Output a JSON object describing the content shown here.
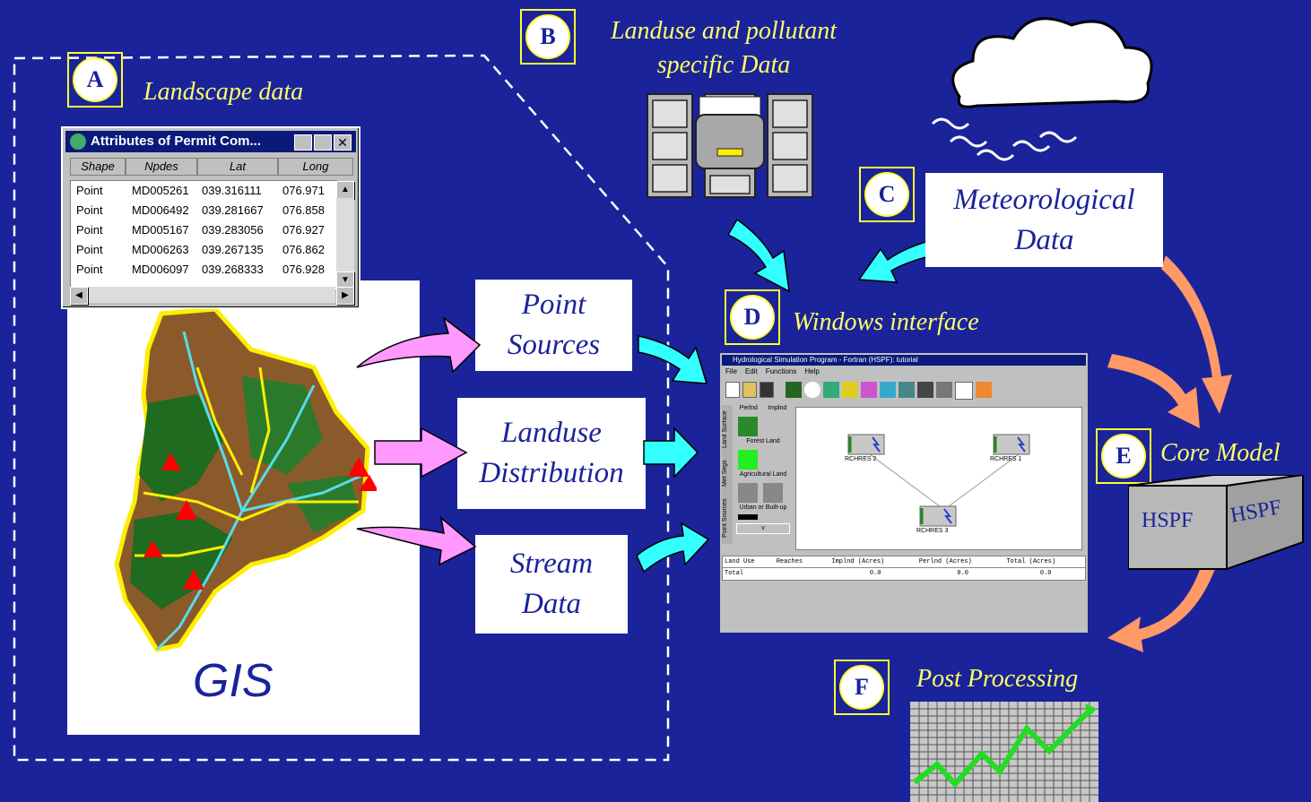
{
  "colors": {
    "background": "#1a239a",
    "accent_yellow": "#ffff33",
    "label_yellow": "#ffff66",
    "arrow_cyan": "#33ffff",
    "arrow_pink": "#ff99ff",
    "arrow_orange": "#ff9966"
  },
  "sections": {
    "A": {
      "letter": "A",
      "label": "Landscape data"
    },
    "B": {
      "letter": "B",
      "label_line1": "Landuse and pollutant",
      "label_line2": "specific Data"
    },
    "C": {
      "letter": "C",
      "box_line1": "Meteorological",
      "box_line2": "Data"
    },
    "D": {
      "letter": "D",
      "label": "Windows interface"
    },
    "E": {
      "letter": "E",
      "label": "Core Model"
    },
    "F": {
      "letter": "F",
      "label": "Post Processing"
    }
  },
  "gis_label": "GIS",
  "data_boxes": {
    "point_sources": {
      "line1": "Point",
      "line2": "Sources"
    },
    "landuse": {
      "line1": "Landuse",
      "line2": "Distribution"
    },
    "stream": {
      "line1": "Stream",
      "line2": "Data"
    }
  },
  "core_model": {
    "front": "HSPF",
    "side": "HSPF"
  },
  "attributes_window": {
    "title": "Attributes of Permit Com...",
    "columns": [
      "Shape",
      "Npdes",
      "Lat",
      "Long"
    ],
    "rows": [
      [
        "Point",
        "MD005261",
        "039.316111",
        "076.971"
      ],
      [
        "Point",
        "MD006492",
        "039.281667",
        "076.858"
      ],
      [
        "Point",
        "MD005167",
        "039.283056",
        "076.927"
      ],
      [
        "Point",
        "MD006263",
        "039.267135",
        "076.862"
      ],
      [
        "Point",
        "MD006097",
        "039.268333",
        "076.928"
      ]
    ]
  },
  "hspf_window": {
    "title": "Hydrological Simulation Program - Fortran (HSPF): tutorial",
    "menu": [
      "File",
      "Edit",
      "Functions",
      "Help"
    ],
    "side_tabs": [
      "Land Surface",
      "Met Segs",
      "Point Sources"
    ],
    "palette_headers": [
      "Perlnd",
      "Implnd"
    ],
    "landuse_items": [
      "Forest Land",
      "Agricultural Land",
      "Urban or Built-up"
    ],
    "nodes": [
      "RCHRES 2",
      "RCHRES 1",
      "RCHRES 3"
    ],
    "table_columns": [
      "Land Use",
      "Reaches",
      "Implnd (Acres)",
      "Perlnd (Acres)",
      "Total (Acres)"
    ],
    "table_row": [
      "Total",
      "",
      "0.0",
      "0.0",
      "0.0"
    ]
  }
}
